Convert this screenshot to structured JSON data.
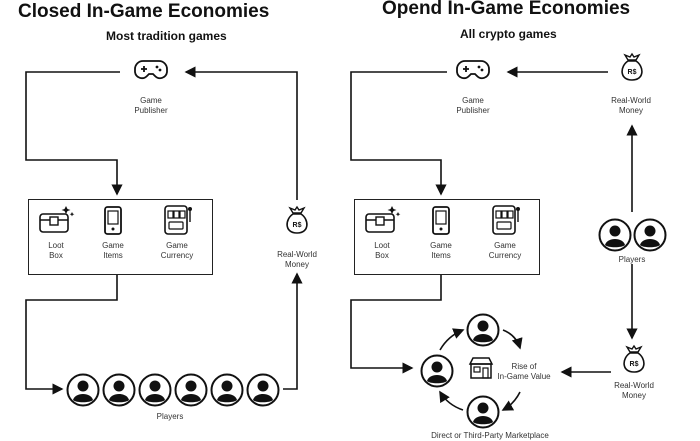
{
  "left": {
    "title": "Closed In-Game Economies",
    "subtitle": "Most tradition games",
    "publisher_label": "Game\nPublisher",
    "items": [
      {
        "label": "Loot\nBox",
        "icon": "loot-box-icon"
      },
      {
        "label": "Game\nItems",
        "icon": "phone-icon"
      },
      {
        "label": "Game\nCurrency",
        "icon": "slot-machine-icon"
      }
    ],
    "money_label": "Real-World\nMoney",
    "money_symbol": "R$",
    "players_label": "Players",
    "player_count": 6
  },
  "right": {
    "title": "Opend In-Game Economies",
    "subtitle": "All crypto games",
    "publisher_label": "Game\nPublisher",
    "items": [
      {
        "label": "Loot\nBox",
        "icon": "loot-box-icon"
      },
      {
        "label": "Game\nItems",
        "icon": "phone-icon"
      },
      {
        "label": "Game\nCurrency",
        "icon": "slot-machine-icon"
      }
    ],
    "money_top_label": "Real-World\nMoney",
    "money_bottom_label": "Real-World\nMoney",
    "money_symbol": "R$",
    "players_label": "Players",
    "value_label": "Rise of\nIn-Game Value",
    "marketplace_label": "Direct or Third-Party Marketplace"
  },
  "footer_mark": "",
  "colors": {
    "line": "#111111",
    "accent": "#e53935"
  }
}
